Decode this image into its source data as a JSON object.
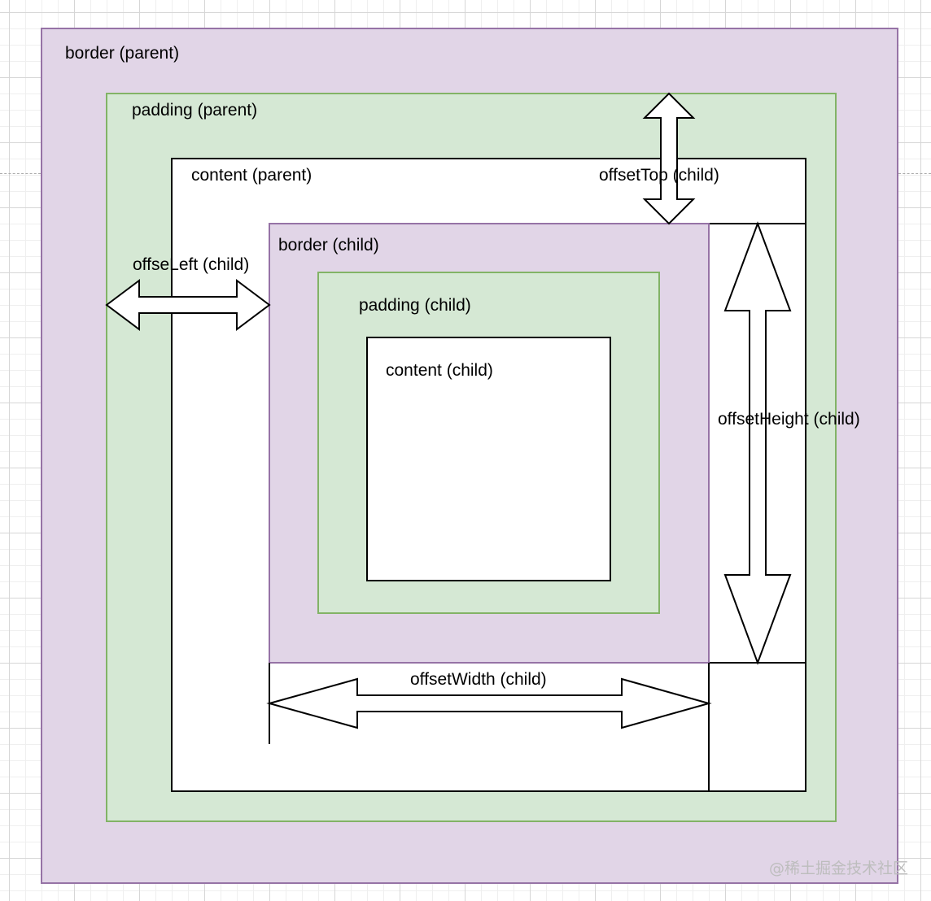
{
  "labels": {
    "border_parent": "border (parent)",
    "padding_parent": "padding (parent)",
    "content_parent": "content (parent)",
    "border_child": "border (child)",
    "padding_child": "padding (child)",
    "content_child": "content (child)",
    "offset_top": "offsetTop (child)",
    "offset_left": "offseLeft (child)",
    "offset_height": "offsetHeight (child)",
    "offset_width": "offsetWidth (child)"
  },
  "watermark": "@稀土掘金技术社区",
  "colors": {
    "border_fill": "#e1d5e7",
    "border_stroke": "#9673a6",
    "padding_fill": "#d5e8d4",
    "padding_stroke": "#82b366",
    "content_fill": "#ffffff",
    "content_stroke": "#000000"
  }
}
